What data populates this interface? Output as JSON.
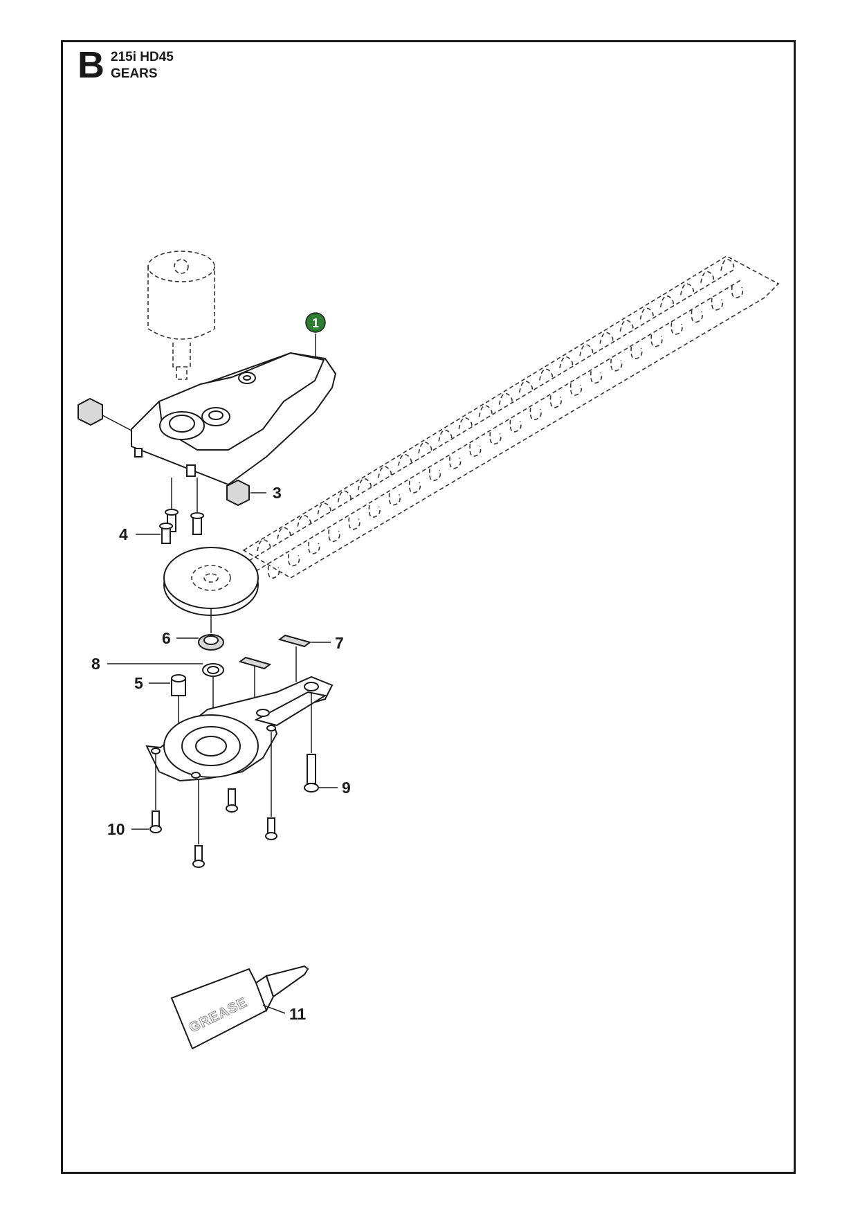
{
  "header": {
    "section_letter": "B",
    "model": "215i HD45",
    "title": "GEARS"
  },
  "callouts": {
    "c1": "1",
    "c3": "3",
    "c4": "4",
    "c5": "5",
    "c6": "6",
    "c7": "7",
    "c8": "8",
    "c9": "9",
    "c10": "10",
    "c11": "11"
  },
  "grease_label": "GREASE",
  "colors": {
    "highlight": "#2e7d32",
    "line": "#1a1a1a"
  }
}
